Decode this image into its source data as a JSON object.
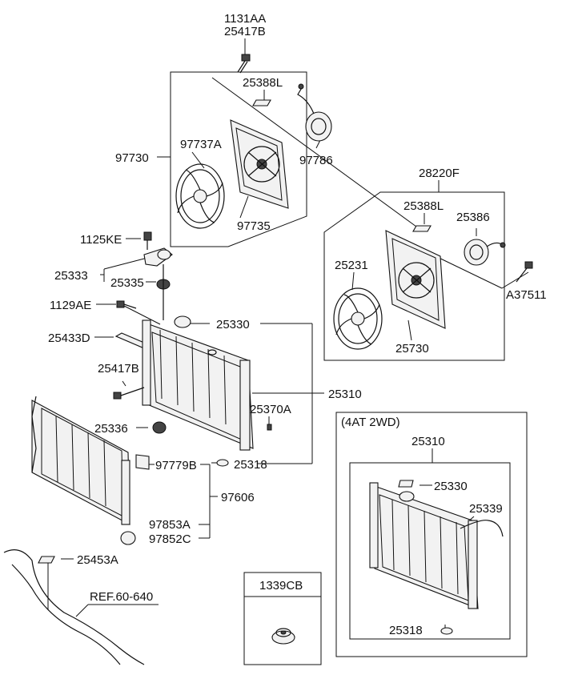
{
  "labels": {
    "l_1131AA": "1131AA",
    "l_25417B_top": "25417B",
    "l_25388L_1": "25388L",
    "l_97737A": "97737A",
    "l_97786": "97786",
    "l_97730": "97730",
    "l_97735": "97735",
    "l_28220F": "28220F",
    "l_25388L_2": "25388L",
    "l_25386": "25386",
    "l_25231": "25231",
    "l_A37511": "A37511",
    "l_25730": "25730",
    "l_1125KE": "1125KE",
    "l_25333": "25333",
    "l_25335": "25335",
    "l_1129AE": "1129AE",
    "l_25433D": "25433D",
    "l_25330": "25330",
    "l_25417B": "25417B",
    "l_25310": "25310",
    "l_25370A": "25370A",
    "l_25336": "25336",
    "l_25318": "25318",
    "l_97779B": "97779B",
    "l_97606": "97606",
    "l_97853A": "97853A",
    "l_97852C": "97852C",
    "l_25453A": "25453A",
    "l_ref": "REF.60-640",
    "l_1339CB": "1339CB",
    "l_4at": "(4AT 2WD)",
    "l_25310_b": "25310",
    "l_25330_b": "25330",
    "l_25339": "25339",
    "l_25318_b": "25318"
  }
}
